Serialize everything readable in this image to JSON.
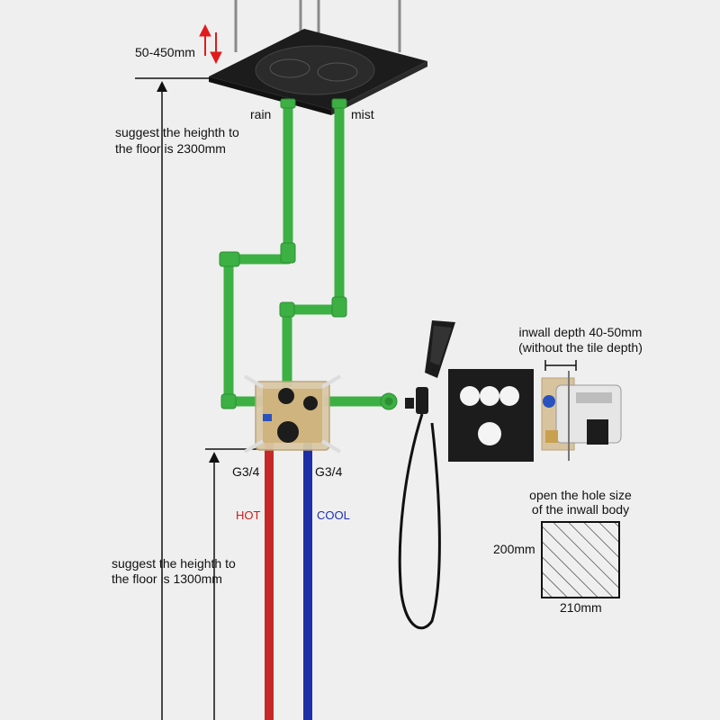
{
  "labels": {
    "drop_range": "50-450mm",
    "rain": "rain",
    "mist": "mist",
    "ceiling_height_line1": "suggest the heighth to",
    "ceiling_height_line2": "the floor is 2300mm",
    "inwall_depth_line1": "inwall depth 40-50mm",
    "inwall_depth_line2": "(without the tile depth)",
    "thread_left": "G3/4",
    "thread_right": "G3/4",
    "hot": "HOT",
    "cool": "COOL",
    "hole_line1": "open the hole size",
    "hole_line2": "of the inwall body",
    "hole_height": "200mm",
    "hole_width": "210mm",
    "valve_height_line1": "suggest the heighth to",
    "valve_height_line2": "the floor is 1300mm"
  },
  "colors": {
    "background": "#efefef",
    "pipe_green": "#3cb043",
    "hot_pipe": "#c62828",
    "cold_pipe": "#1e2fa8",
    "fixture_black": "#1c1c1c",
    "arrow_red": "#e01b1b"
  },
  "icons": {
    "rain_shower_head": "square-rain-shower-head",
    "hand_shower": "handheld-shower",
    "thermostatic_valve": "concealed-valve-body",
    "trim_plate": "square-trim-plate-with-knobs"
  }
}
